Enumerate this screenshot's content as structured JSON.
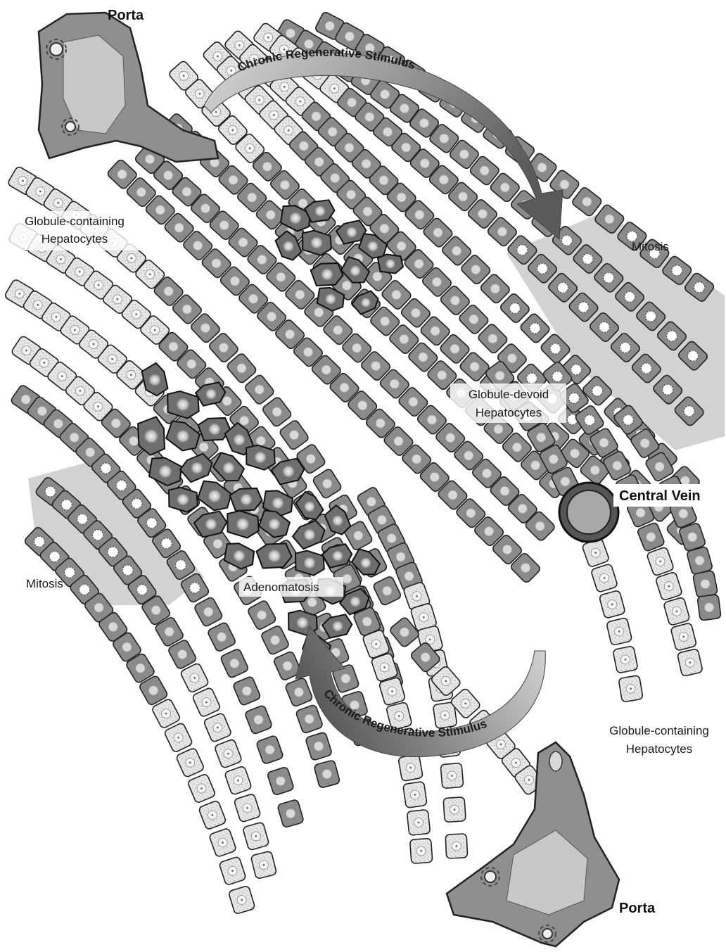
{
  "labels": {
    "porta_top": "Porta",
    "porta_bottom": "Porta",
    "central_vein": "Central Vein",
    "stimulus_top": "Chronic Regenerative Stimulus",
    "stimulus_bottom": "Chronic Regenerative Stimulus",
    "globule_containing_left_1": "Globule-containing",
    "globule_containing_left_2": "Hepatocytes",
    "globule_containing_right_1": "Globule-containing",
    "globule_containing_right_2": "Hepatocytes",
    "globule_devoid_1": "Globule-devoid",
    "globule_devoid_2": "Hepatocytes",
    "mitosis_right": "Mitosis",
    "mitosis_left": "Mitosis",
    "adenomatosis": "Adenomatosis"
  },
  "colors": {
    "light_cell": "#e6e6e6",
    "dark_cell": "#8a8a8a",
    "adenoma_cell": "#6e6e6e",
    "porta": "#8f8f8f",
    "porta_lumen": "#c8c8c8",
    "vein": "#a8a8a8",
    "outline": "#222222"
  }
}
